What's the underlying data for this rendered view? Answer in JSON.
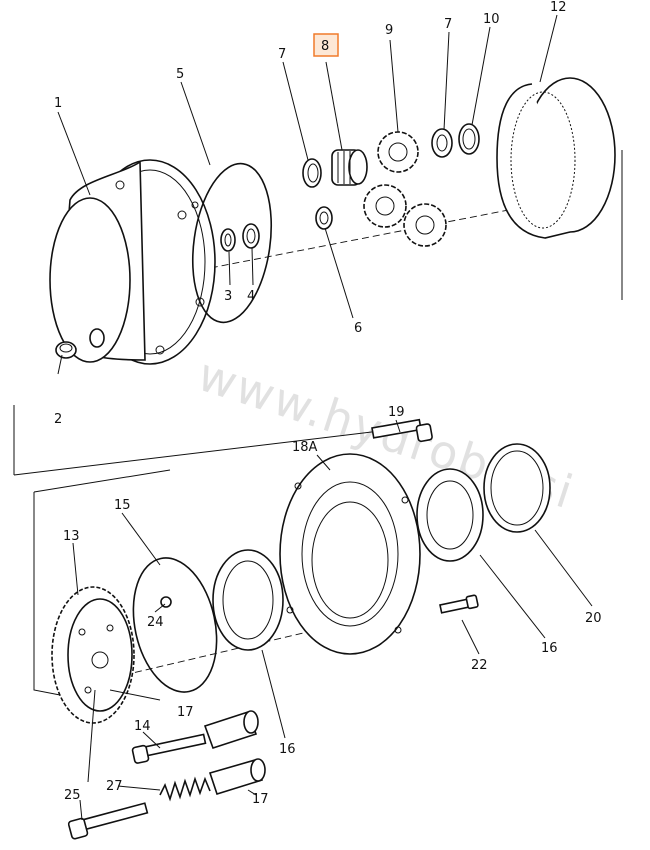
{
  "watermark": "www.hydrobe.si",
  "highlight_color": "#f07a2a",
  "labels": {
    "p1": "1",
    "p2": "2",
    "p3": "3",
    "p4": "4",
    "p5": "5",
    "p6": "6",
    "p7a": "7",
    "p7b": "7",
    "p8": "8",
    "p9": "9",
    "p10": "10",
    "p12": "12",
    "p13": "13",
    "p14": "14",
    "p15": "15",
    "p16a": "16",
    "p16b": "16",
    "p17a": "17",
    "p17b": "17",
    "p18a": "18A",
    "p19": "19",
    "p20": "20",
    "p22": "22",
    "p24": "24",
    "p25": "25",
    "p27": "27"
  }
}
